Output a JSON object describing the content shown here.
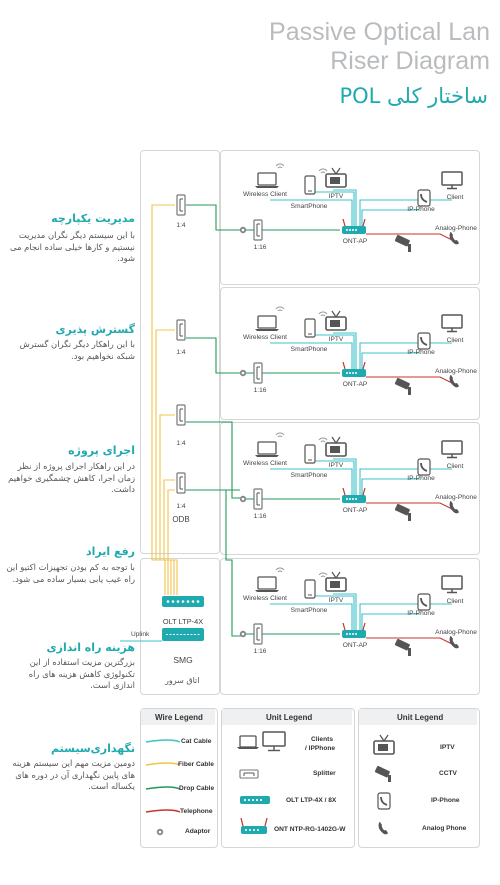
{
  "header": {
    "title_line1": "Passive Optical Lan",
    "title_line2": "Riser Diagram",
    "title_fa": "ساختار کلی POL"
  },
  "sections": [
    {
      "heading": "مدیریت یکپارچه",
      "body": "با این سیستم دیگر نگران مدیریت نیستیم و کارها خیلی ساده انجام می شود."
    },
    {
      "heading": "گسترش پذیری",
      "body": "با این راهکار دیگر نگران گسترش شبکه نخواهیم بود."
    },
    {
      "heading": "اجرای پروژه",
      "body": "در این راهکار اجرای پروژه از نظر زمان اجرا، کاهش چشمگیری خواهیم داشت."
    },
    {
      "heading": "رفع ایراد",
      "body": "با توجه به کم بودن تجهیزات اکتیو این راه عیب یابی بسیار ساده می شود."
    },
    {
      "heading": "هزینه راه اندازی",
      "body": "بزرگترین مزیت استفاده از این تکنولوژی کاهش هزینه های راه اندازی است."
    },
    {
      "heading": "نگهداری‌سیستم",
      "body": "دومین مزیت مهم این سیستم هزینه های پایین نگهداری آن در دوره های یکساله است."
    }
  ],
  "diagram": {
    "splitter_ratio_riser": "1:4",
    "splitter_ratio_floor": "1:16",
    "odb_label": "ODB",
    "olt_label": "OLT LTP-4X",
    "smg_label": "SMG",
    "uplink_label": "Uplink",
    "server_room_label": "اتاق سرور",
    "floor_labels": {
      "wireless_client": "Wireless Client",
      "smartphone": "SmartPhone",
      "iptv": "IPTV",
      "client": "Client",
      "ip_phone": "IP-Phone",
      "analog_phone": "Analog-Phone",
      "ont_ap": "ONT-AP"
    }
  },
  "legend": {
    "wire_title": "Wire Legend",
    "wires": [
      {
        "label": "Cat Cable",
        "color": "#3cc3c9"
      },
      {
        "label": "Fiber Cable",
        "color": "#f0c44a"
      },
      {
        "label": "Drop Cable",
        "color": "#1f9a5a"
      },
      {
        "label": "Telephone",
        "color": "#c8332b"
      },
      {
        "label": "Adaptor",
        "color": "#888888"
      }
    ],
    "unit_title_1": "Unit Legend",
    "units_1": [
      {
        "label_line1": "Clients",
        "label_line2": "/ IPPhone"
      },
      {
        "label_line1": "Splitter"
      },
      {
        "label_line1": "OLT LTP-4X / 8X"
      },
      {
        "label_line1": "ONT NTP-RG-1402G-W"
      }
    ],
    "unit_title_2": "Unit Legend",
    "units_2": [
      {
        "label": "IPTV"
      },
      {
        "label": "CCTV"
      },
      {
        "label": "IP-Phone"
      },
      {
        "label": "Analog Phone"
      }
    ]
  },
  "colors": {
    "accent": "#1faab0",
    "cat": "#3cc3c9",
    "fiber": "#f0c44a",
    "drop": "#1f9a5a",
    "telephone": "#c8332b"
  }
}
